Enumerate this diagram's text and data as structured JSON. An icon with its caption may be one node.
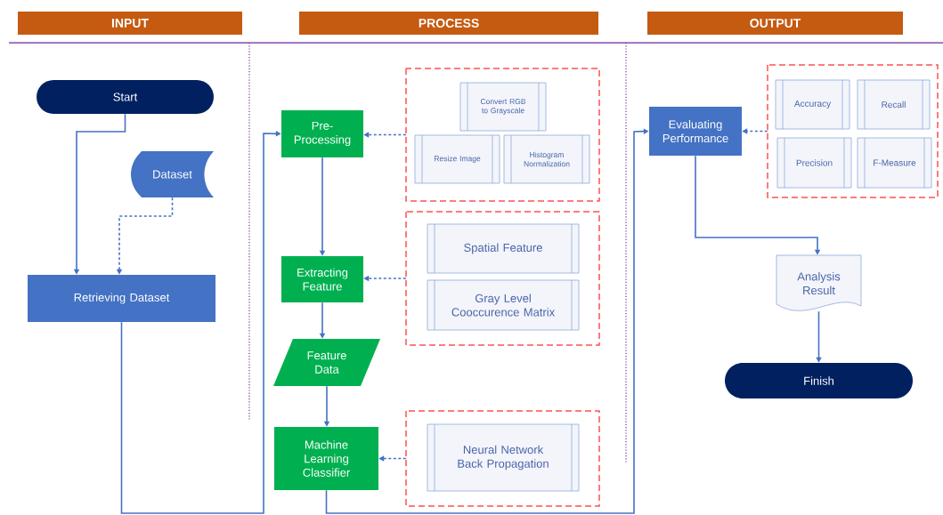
{
  "diagram": {
    "nodes": [
      {
        "text": [
          "INPUT"
        ]
      },
      {
        "text": [
          "PROCESS"
        ]
      },
      {
        "text": [
          "OUTPUT"
        ]
      },
      {
        "text": [
          "Start"
        ]
      },
      {
        "text": [
          "Dataset"
        ]
      },
      {
        "text": [
          "Retrieving Dataset"
        ]
      },
      {
        "text": [
          "Pre-Processing"
        ]
      },
      {
        "text": [],
        "shape": "box"
      },
      {
        "text": [
          "Convert RGB to Grayscale"
        ],
        "in": 7
      },
      {
        "text": [
          "Resize Image"
        ],
        "in": 7
      },
      {
        "text": [
          "Histogram Normalization"
        ],
        "in": 7
      },
      {
        "text": [
          "Extracting Feature"
        ]
      },
      {
        "text": [],
        "shape": "box"
      },
      {
        "text": [
          "Spatial Feature"
        ],
        "in": 12
      },
      {
        "text": [
          "Gray Level Cooccurence Matrix"
        ],
        "in": 12
      },
      {
        "text": [
          "Feature Data"
        ]
      },
      {
        "text": [
          "Machine Learning Classifier"
        ]
      },
      {
        "text": [],
        "shape": "box"
      },
      {
        "text": [
          "Neural Network Back Propagation"
        ],
        "in": 17
      },
      {
        "text": [
          "Evaluating Performance"
        ]
      },
      {
        "text": [],
        "shape": "box"
      },
      {
        "text": [
          "Accuracy"
        ],
        "in": 20
      },
      {
        "text": [
          "Recall"
        ],
        "in": 20
      },
      {
        "text": [
          "Precision"
        ],
        "in": 20
      },
      {
        "text": [
          "F-Measure"
        ],
        "in": 20
      },
      {
        "text": [
          "Analysis Result"
        ]
      },
      {
        "text": [
          "Finish"
        ]
      }
    ],
    "edges": [
      {
        "from": 3,
        "to": 5,
        "arrow": "to"
      },
      {
        "from": 4,
        "to": 5,
        "arrow": "to",
        "style": "dashed"
      },
      {
        "from": 5,
        "to": 6,
        "arrow": "to"
      },
      {
        "from": 7,
        "to": 6,
        "arrow": "to",
        "style": "dashed"
      },
      {
        "from": 6,
        "to": 11,
        "arrow": "to"
      },
      {
        "from": 12,
        "to": 11,
        "arrow": "to",
        "style": "dashed"
      },
      {
        "from": 11,
        "to": 15,
        "arrow": "to"
      },
      {
        "from": 15,
        "to": 16,
        "arrow": "to"
      },
      {
        "from": 17,
        "to": 16,
        "arrow": "to",
        "style": "dashed"
      },
      {
        "from": 16,
        "to": 19,
        "arrow": "to"
      },
      {
        "from": 20,
        "to": 19,
        "arrow": "to",
        "style": "dashed"
      },
      {
        "from": 19,
        "to": 25,
        "arrow": "to"
      },
      {
        "from": 25,
        "to": 26,
        "arrow": "to"
      }
    ]
  }
}
